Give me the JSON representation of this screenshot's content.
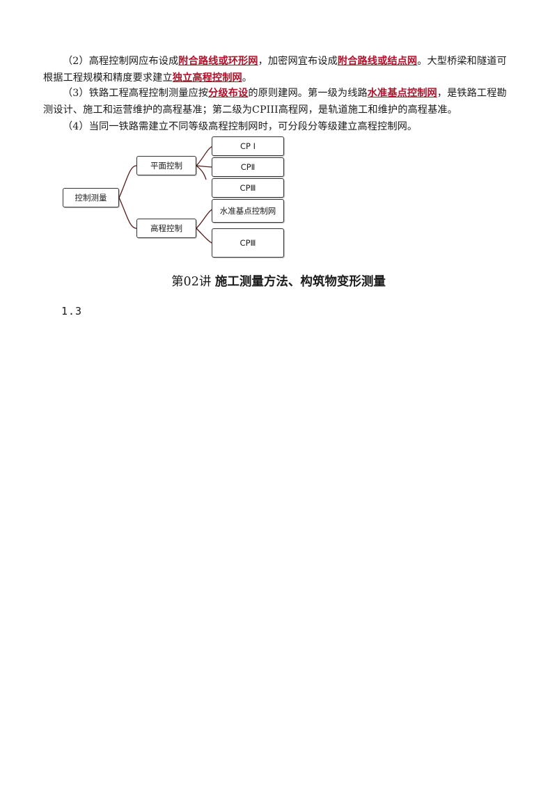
{
  "paragraphs": {
    "p1": {
      "t1": "（2）高程控制网应布设成",
      "h1": "附合路线或环形网",
      "t2": "，加密网宜布设成",
      "h2": "附合路线或结点网",
      "t3": "。大型桥梁和隧道可根据工程规模和精度要求建立",
      "h3": "独立高程控制网",
      "t4": "。"
    },
    "p2": {
      "t1": "（3）铁路工程高程控制测量应按",
      "h1": "分级布设",
      "t2": "的原则建网。第一级为线路",
      "h2": "水准基点控制网",
      "t3": "，是铁路工程勘测设计、施工和运营维护的高程基准；第二级为CPIII高程网，是轨道施工和维护的高程基准。"
    },
    "p3": {
      "t1": "（4）当同一铁路需建立不同等级高程控制网时，可分段分等级建立高程控制网。"
    }
  },
  "diagram": {
    "root": "控制测量",
    "branch_plane": "平面控制",
    "branch_elevation": "高程控制",
    "leaf_cp1": "CP I",
    "leaf_cp2": "CPⅡ",
    "leaf_cp3a": "CPⅢ",
    "leaf_benchmark": "水准基点控制网",
    "leaf_cp3b": "CPⅢ"
  },
  "heading": {
    "number": "第02讲",
    "title": "施工测量方法、构筑物变形测量"
  },
  "footer_text": "1.3",
  "colors": {
    "highlight": "#b0112b",
    "link_line": "#5a1a1a"
  }
}
